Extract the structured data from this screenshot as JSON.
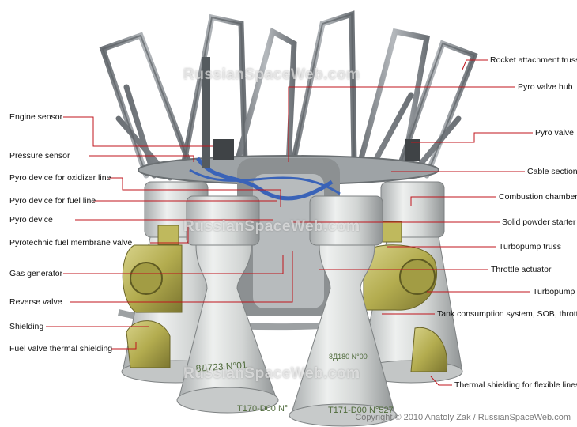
{
  "labels_left": [
    "Engine sensor",
    "Pressure sensor",
    "Pyro device for oxidizer line",
    "Pyro device for fuel line",
    "Pyro device",
    "Pyrotechnic fuel membrane valve",
    "Gas generator",
    "Reverse valve",
    "Shielding",
    "Fuel valve thermal shielding"
  ],
  "labels_right": [
    "Rocket attachment truss",
    "Pyro valve hub",
    "Pyro valve",
    "Cable section",
    "Combustion chamber",
    "Solid powder starter",
    "Turbopump truss",
    "Throttle actuator",
    "Turbopump",
    "Tank consumption system, SOB, throttle",
    "Thermal shielding for flexible lines"
  ],
  "nozzle_markings": [
    "8Д723 N°01",
    "T170-D00 N°",
    "T171-D00 N°527",
    "8Д180 N°00"
  ],
  "watermark": "RussianSpaceWeb.com",
  "credit": "Copyright © 2010 Anatoly Zak / RussianSpaceWeb.com",
  "colors": {
    "leader_line": "#c0141c",
    "metal": "#d7d9d8",
    "truss": "#8a8f94",
    "turbopump": "#b8b253",
    "blue_lines": "#3a63b8"
  }
}
